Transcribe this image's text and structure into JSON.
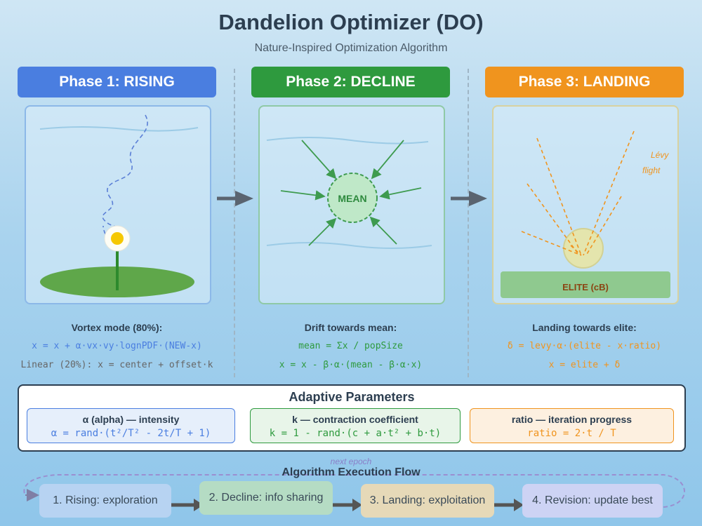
{
  "title": "Dandelion Optimizer (DO)",
  "subtitle": "Nature-Inspired Optimization Algorithm",
  "phases": [
    {
      "header": "Phase 1: RISING",
      "color": "#4a7ee0",
      "desc_title": "Vortex mode (80%):",
      "eq1": "x = x + α·vx·vy·lognPDF·(NEW-x)",
      "eq2": "Linear (20%): x = center + offset·k"
    },
    {
      "header": "Phase 2: DECLINE",
      "color": "#2e9a3e",
      "mean_label": "MEAN",
      "desc_title": "Drift towards mean:",
      "eq1": "mean = Σx / popSize",
      "eq2": "x = x - β·α·(mean - β·α·x)"
    },
    {
      "header": "Phase 3: LANDING",
      "color": "#f0941e",
      "levy_1": "Lévy",
      "levy_2": "flight",
      "elite_label": "ELITE (cB)",
      "desc_title": "Landing towards elite:",
      "eq1": "δ = levy·α·(elite - x·ratio)",
      "eq2": "x = elite + δ"
    }
  ],
  "params": {
    "title": "Adaptive Parameters",
    "cards": [
      {
        "title": "α (alpha) — intensity",
        "formula": "α = rand·(t²/T² - 2t/T + 1)",
        "color": "#4a7ee0"
      },
      {
        "title": "k — contraction coefficient",
        "formula": "k = 1 - rand·(c + a·t² + b·t)",
        "color": "#2e9a3e"
      },
      {
        "title": "ratio — iteration progress",
        "formula": "ratio = 2·t / T",
        "color": "#f0941e"
      }
    ]
  },
  "flow": {
    "title": "Algorithm Execution Flow",
    "loop_label": "next epoch",
    "steps": [
      "1. Rising: exploration",
      "2. Decline: info sharing",
      "3. Landing: exploitation",
      "4. Revision: update best"
    ]
  }
}
